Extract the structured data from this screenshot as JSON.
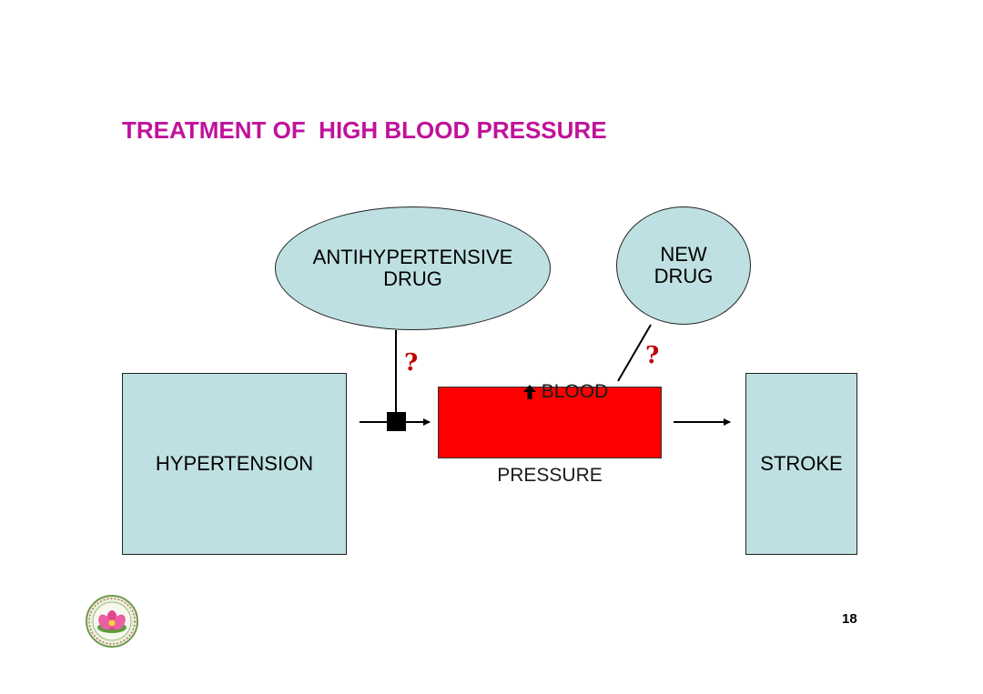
{
  "slide": {
    "title": "TREATMENT OF  HIGH BLOOD PRESSURE",
    "page_number": "18"
  },
  "nodes": {
    "hypertension": "HYPERTENSION",
    "blood_pressure_line1": "BLOOD",
    "blood_pressure_line2": "PRESSURE",
    "stroke": "STROKE",
    "antihypertensive_drug": "ANTIHYPERTENSIVE\nDRUG",
    "new_drug": "NEW\nDRUG"
  },
  "annotations": {
    "question_1": "?",
    "question_2": "?"
  },
  "icons": {
    "blood_pressure_prefix": "up-arrow-icon",
    "inhibition_marker": "block-icon",
    "logo": "lotus-seal-logo"
  },
  "colors": {
    "title": "#c0129a",
    "node_fill": "#bfe0e2",
    "blood_pressure_fill": "#ff0000",
    "question_mark": "#c00000"
  }
}
